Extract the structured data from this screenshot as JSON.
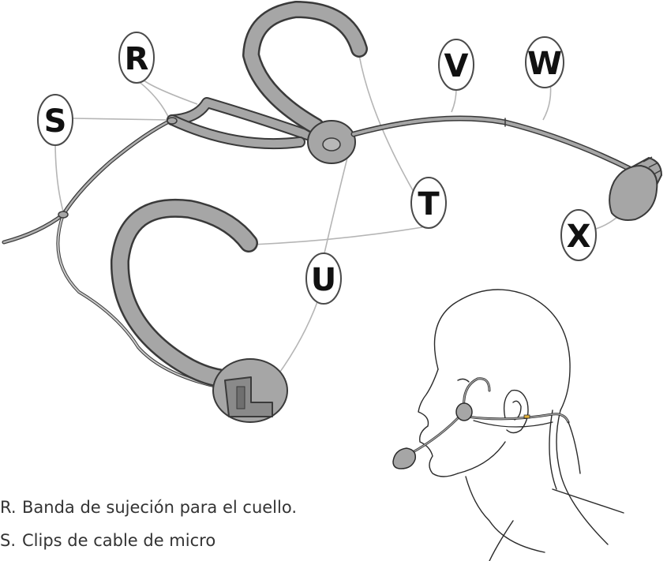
{
  "callouts": [
    {
      "id": "R",
      "label": "R"
    },
    {
      "id": "S",
      "label": "S"
    },
    {
      "id": "T",
      "label": "T"
    },
    {
      "id": "U",
      "label": "U"
    },
    {
      "id": "V",
      "label": "V"
    },
    {
      "id": "W",
      "label": "W"
    },
    {
      "id": "X",
      "label": "X"
    }
  ],
  "captions": [
    {
      "letter": "R.",
      "text": "Banda de sujeción para el cuello."
    },
    {
      "letter": "S.",
      "text": "Clips de cable de micro"
    }
  ],
  "colors": {
    "band_fill": "#a6a6a6",
    "outline": "#3a3a3a",
    "leader_line": "#b5b5b5",
    "caption_text": "#333333"
  }
}
